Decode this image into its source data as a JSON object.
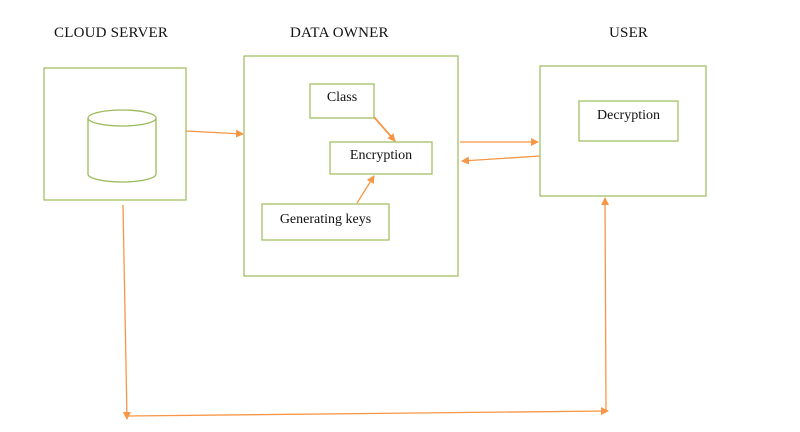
{
  "headings": {
    "cloud_server": "CLOUD SERVER",
    "data_owner": "DATA OWNER",
    "user": "USER"
  },
  "boxes": {
    "class": "Class",
    "encryption": "Encryption",
    "generating_keys": "Generating keys",
    "decryption": "Decryption"
  },
  "icons": {
    "storage": "database-cylinder-icon"
  },
  "colors": {
    "box_border": "#9bbb59",
    "arrow": "#f79646",
    "text": "#111111"
  }
}
